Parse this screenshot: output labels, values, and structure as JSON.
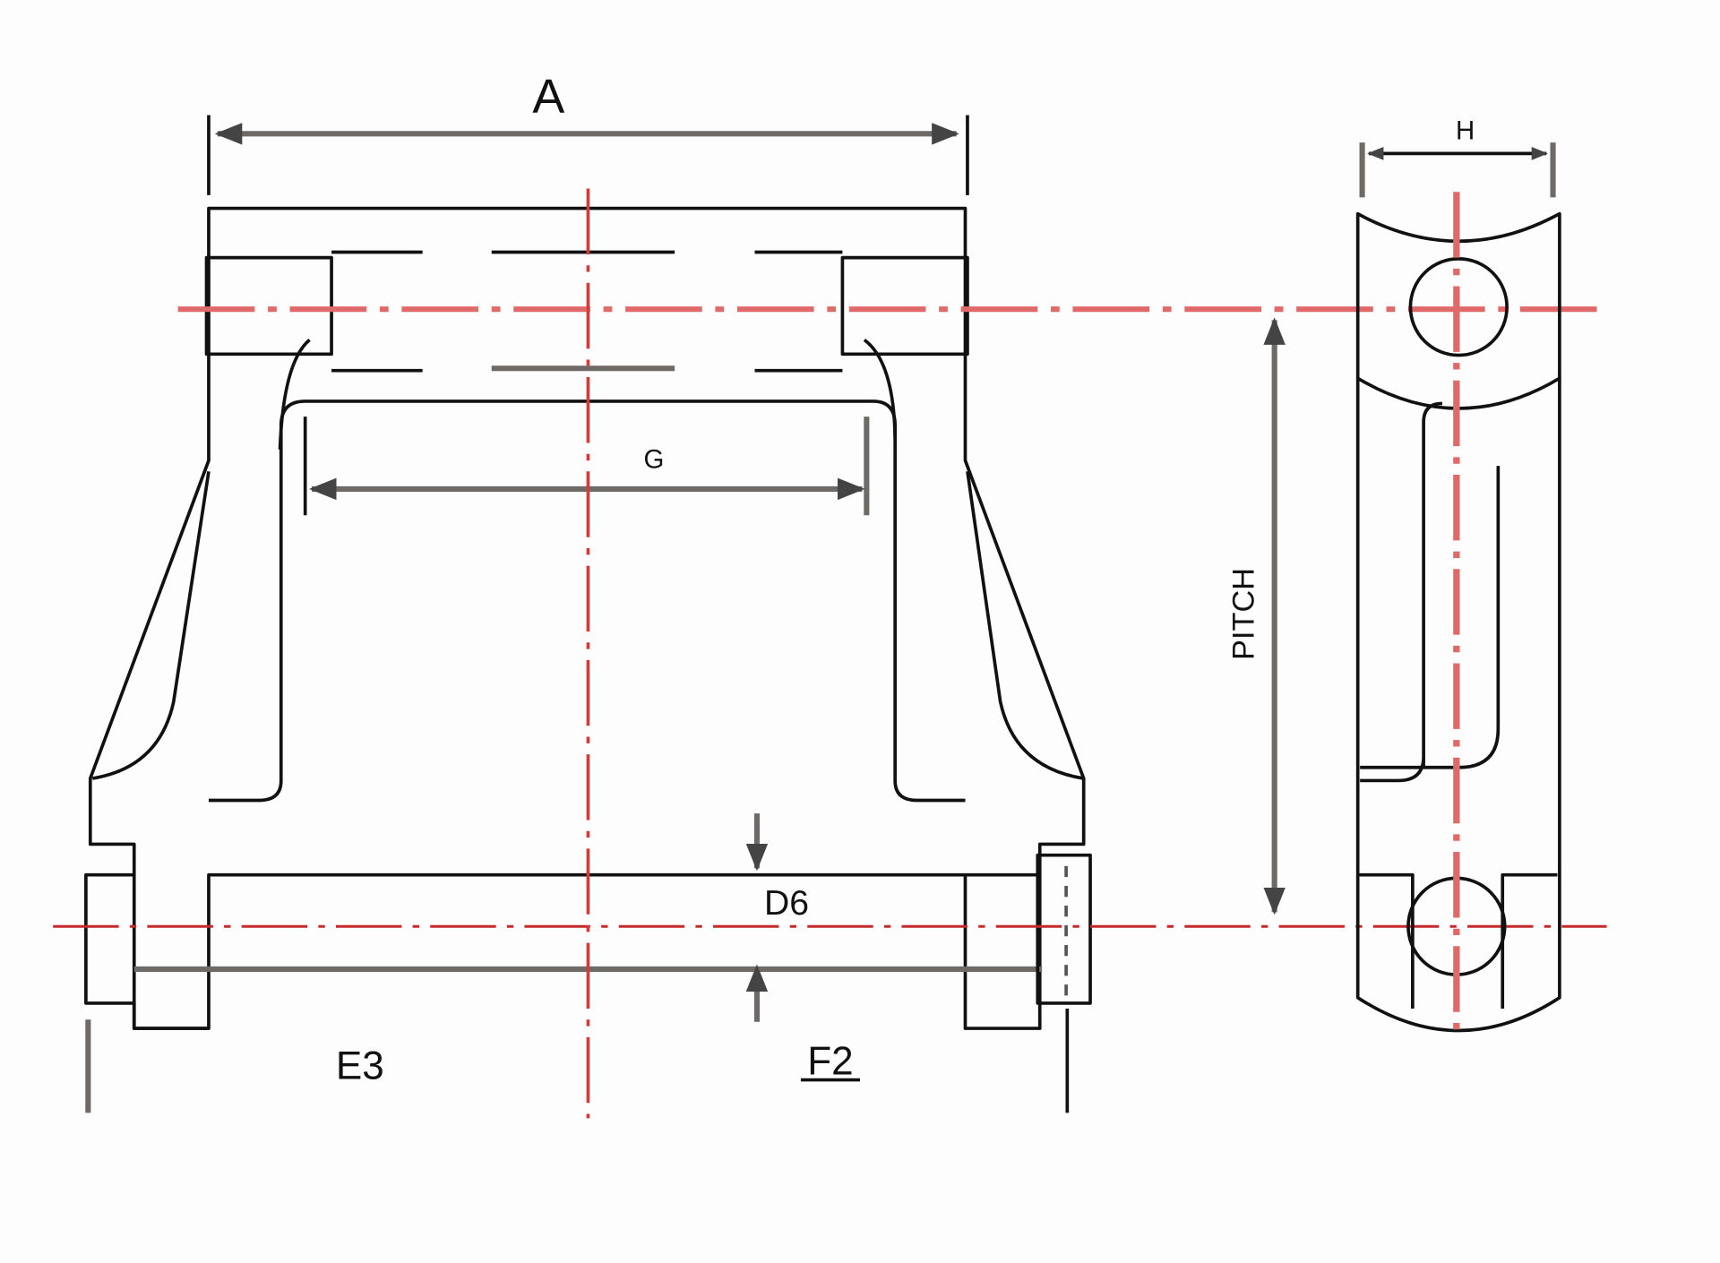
{
  "diagram": {
    "labels": {
      "overall_width": "A",
      "inner_width": "G",
      "side_height": "H",
      "pitch": "PITCH",
      "pin_diameter": "D6",
      "left_offset": "E3",
      "right_offset": "F2"
    },
    "colors": {
      "outline": "#111111",
      "dimension": "#6e6a68",
      "centerline": "#d43a3a"
    }
  }
}
